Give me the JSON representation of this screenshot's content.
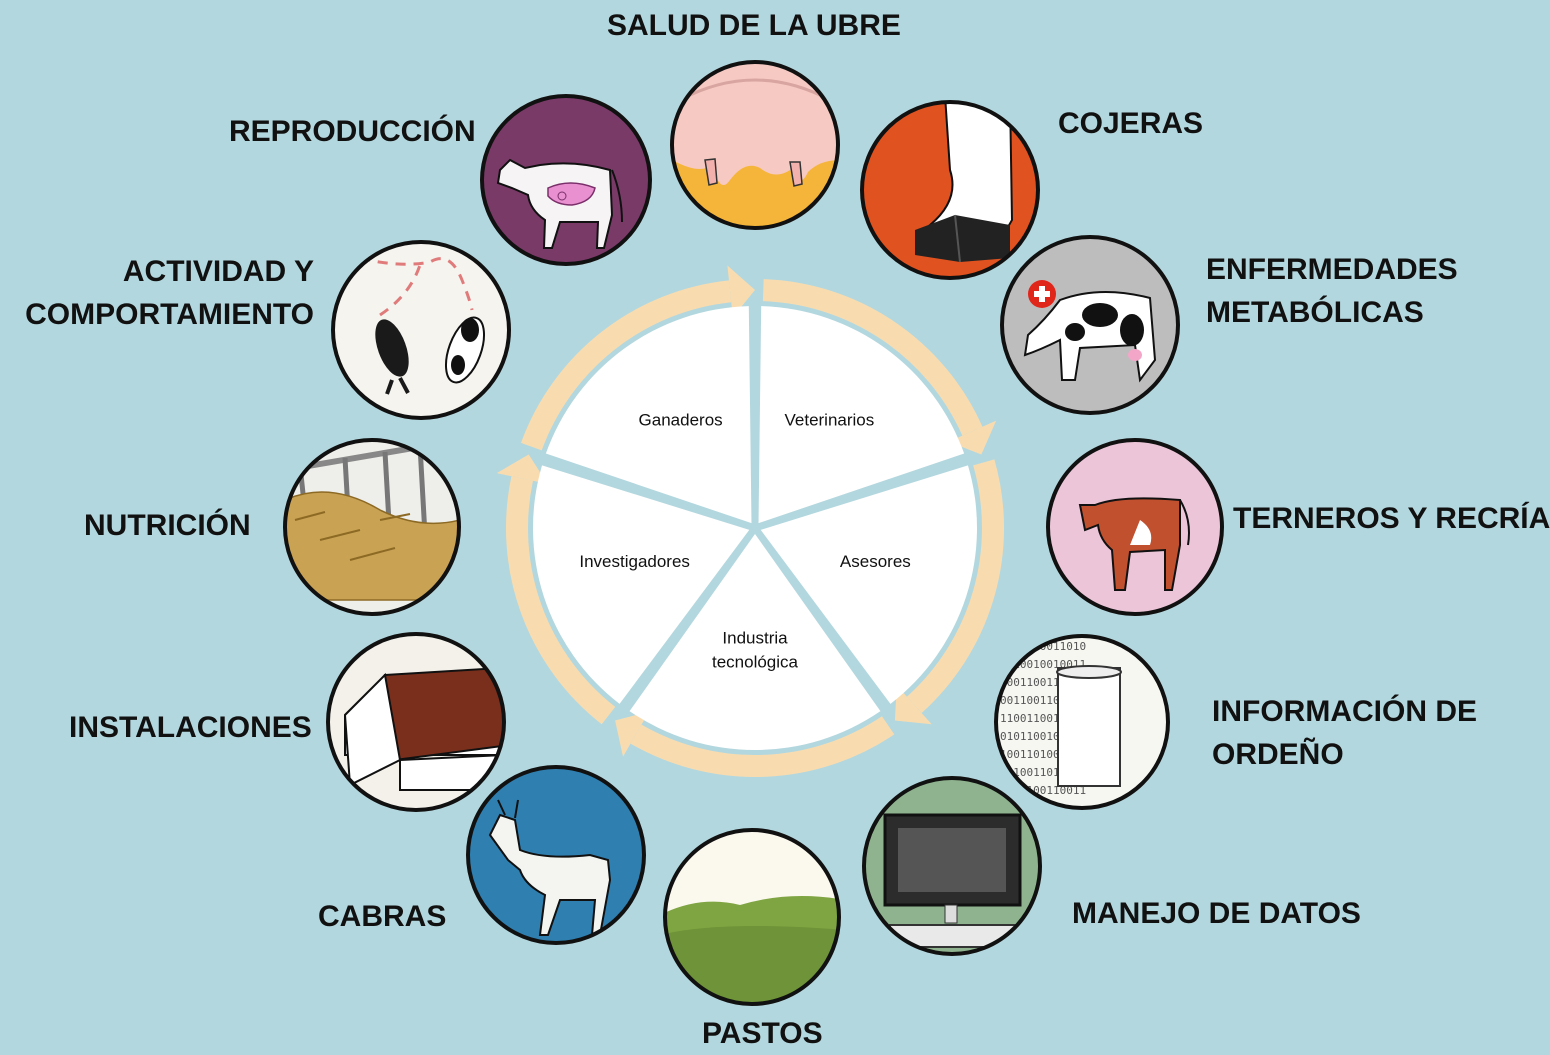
{
  "center": {
    "segments": [
      {
        "label": "Ganaderos"
      },
      {
        "label": "Veterinarios"
      },
      {
        "label": "Asesores"
      },
      {
        "label": "Industria tecnológica",
        "lines": [
          "Industria",
          "tecnológica"
        ]
      },
      {
        "label": "Investigadores"
      }
    ]
  },
  "topics": [
    {
      "id": "salud-ubre",
      "lines": [
        "SALUD DE LA UBRE"
      ],
      "icon": "udder-icon"
    },
    {
      "id": "cojeras",
      "lines": [
        "COJERAS"
      ],
      "icon": "hoof-icon"
    },
    {
      "id": "enfermedades-metabolicas",
      "lines": [
        "ENFERMEDADES",
        "METABÓLICAS"
      ],
      "icon": "sick-cow-icon"
    },
    {
      "id": "terneros-recria",
      "lines": [
        "TERNEROS Y RECRÍA"
      ],
      "icon": "calf-icon"
    },
    {
      "id": "informacion-ordeno",
      "lines": [
        "INFORMACIÓN DE",
        "ORDEÑO"
      ],
      "icon": "milk-glass-icon"
    },
    {
      "id": "manejo-datos",
      "lines": [
        "MANEJO DE DATOS"
      ],
      "icon": "computer-icon"
    },
    {
      "id": "pastos",
      "lines": [
        "PASTOS"
      ],
      "icon": "grass-icon"
    },
    {
      "id": "cabras",
      "lines": [
        "CABRAS"
      ],
      "icon": "goat-icon"
    },
    {
      "id": "instalaciones",
      "lines": [
        "INSTALACIONES"
      ],
      "icon": "barn-icon"
    },
    {
      "id": "nutricion",
      "lines": [
        "NUTRICIÓN"
      ],
      "icon": "feed-icon"
    },
    {
      "id": "actividad-comportamiento",
      "lines": [
        "ACTIVIDAD Y",
        "COMPORTAMIENTO"
      ],
      "icon": "cow-tracks-icon"
    },
    {
      "id": "reproduccion",
      "lines": [
        "REPRODUCCIÓN"
      ],
      "icon": "cow-uterus-icon"
    }
  ],
  "colors": {
    "background": "#b3d7de",
    "arrow": "#f8dcb0",
    "circle_outline": "#111111",
    "center_fill": "#ffffff"
  }
}
